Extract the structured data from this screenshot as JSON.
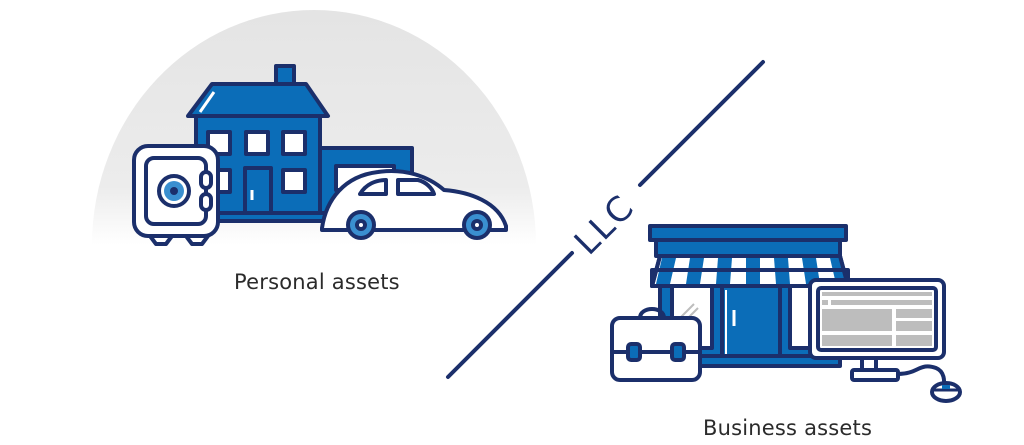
{
  "diagram": {
    "divider_label": "LLC",
    "left_group": {
      "label": "Personal assets",
      "items": [
        "safe",
        "house",
        "car"
      ]
    },
    "right_group": {
      "label": "Business assets",
      "items": [
        "briefcase",
        "storefront",
        "computer-monitor",
        "mouse"
      ]
    }
  },
  "colors": {
    "navy_outline": "#1b2f6b",
    "primary_blue": "#0b6db8",
    "light_blue": "#3a8fd0",
    "background_arc": "#e6e6e6",
    "screen_gray": "#bdbdbd",
    "text": "#2b2b2b"
  }
}
